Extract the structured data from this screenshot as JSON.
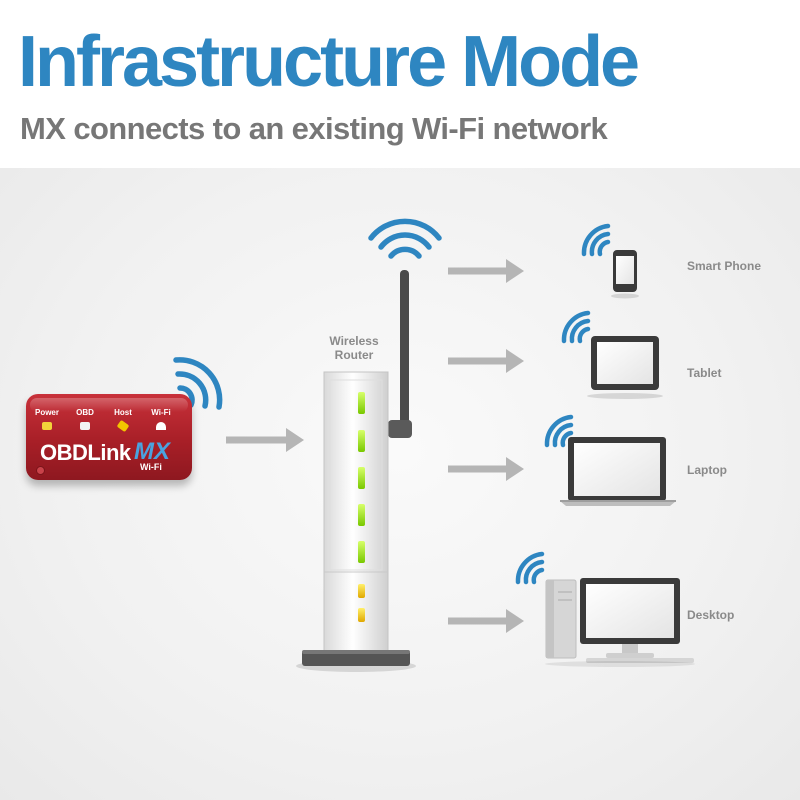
{
  "header": {
    "title": "Infrastructure Mode",
    "subtitle": "MX connects to an existing Wi-Fi network"
  },
  "device": {
    "indicators": [
      "Power",
      "OBD",
      "Host",
      "Wi-Fi"
    ],
    "brand": "OBDLink",
    "model": "MX",
    "wifi_label": "Wi-Fi"
  },
  "router": {
    "label_line1": "Wireless",
    "label_line2": "Router"
  },
  "clients": [
    {
      "label": "Smart Phone",
      "icon": "smartphone-icon"
    },
    {
      "label": "Tablet",
      "icon": "tablet-icon"
    },
    {
      "label": "Laptop",
      "icon": "laptop-icon"
    },
    {
      "label": "Desktop",
      "icon": "desktop-icon"
    }
  ],
  "colors": {
    "title_blue": "#2e86c1",
    "subtitle_gray": "#777777",
    "wifi_blue": "#2e86c1",
    "device_red": "#b3222a",
    "led_green": "#9be21c",
    "led_yellow": "#f2c500",
    "arrow_gray": "#b5b5b5"
  }
}
